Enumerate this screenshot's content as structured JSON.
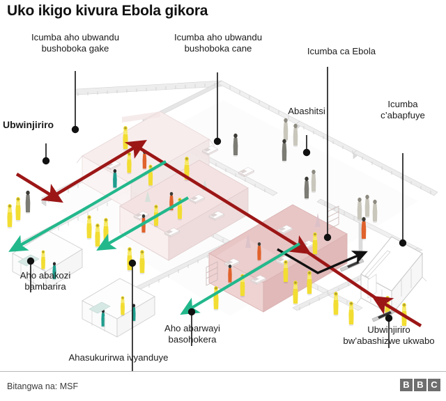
{
  "title": "Uko ikigo kivura Ebola gikora",
  "labels": {
    "low_risk": "Icumba aho ubwandu\nbushoboka gake",
    "high_risk": "Icumba aho ubwandu\nbushoboka cane",
    "ebola_ward": "Icumba ca Ebola",
    "visitors": "Abashitsi",
    "mortuary": "Icumba\nc’abapfuye",
    "entrance": "Ubwinjiriro",
    "staff_dressing": "Aho abakozi\nbambarira",
    "laundry": "Ahasukurirwa ivyanduye",
    "patient_exit": "Aho abarwayi\nbasohokera",
    "body_exit": "Ubwinjiriro\nbw’abashizwe ukwabo"
  },
  "footer": {
    "source": "Bitangwa na: MSF",
    "logo": [
      "B",
      "B",
      "C"
    ]
  },
  "colors": {
    "arrow_red": "#9c1616",
    "arrow_green": "#22b88c",
    "arrow_black": "#111111",
    "ward_pink": "#e9c6c6",
    "ward_pink_light": "#f6e4e4",
    "tent_white": "#ffffff",
    "ground_grey": "#e9e9e9",
    "wall_grey": "#dddddd",
    "ppe_yellow": "#f2dd32",
    "staff_teal": "#1f9e8e",
    "visitor_grey": "#b8b7ae",
    "patient_orange": "#e0622c",
    "dot_black": "#111111",
    "rule_grey": "#b9b9b9",
    "bbc_grey": "#6e6e6e"
  },
  "legend_arrows": [
    {
      "name": "patient-flow-in",
      "color": "#9c1616",
      "meaning": "red"
    },
    {
      "name": "patient-flow-out",
      "color": "#22b88c",
      "meaning": "green"
    },
    {
      "name": "deceased-flow",
      "color": "#111111",
      "meaning": "black"
    }
  ]
}
